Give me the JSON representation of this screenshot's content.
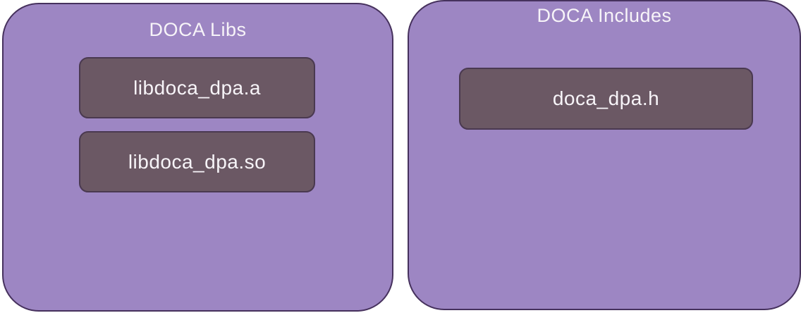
{
  "colors": {
    "background": "#ffffff",
    "panel_fill": "#9d86c3",
    "panel_border": "#46315d",
    "node_fill": "#6b5864",
    "node_border": "#4a3950",
    "text": "#f7f4f8"
  },
  "panels": [
    {
      "title": "DOCA Libs",
      "items": [
        {
          "label": "libdoca_dpa.a"
        },
        {
          "label": "libdoca_dpa.so"
        }
      ]
    },
    {
      "title": "DOCA Includes",
      "items": [
        {
          "label": "doca_dpa.h"
        }
      ]
    }
  ]
}
